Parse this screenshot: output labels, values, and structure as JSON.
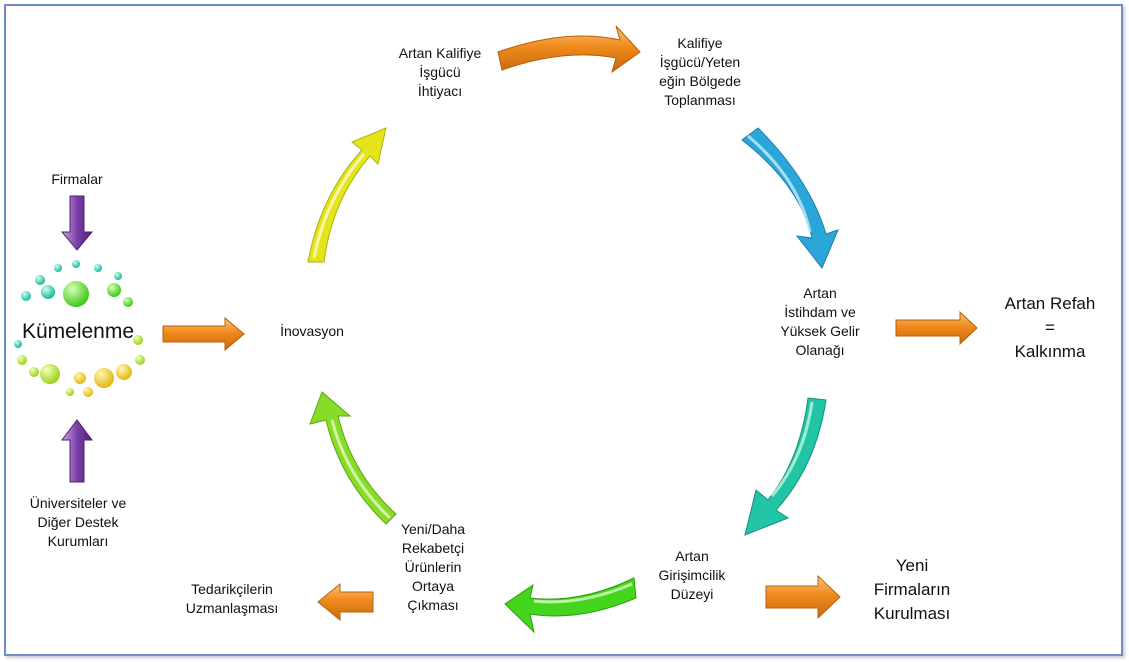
{
  "colors": {
    "frame": "#6f8fc4",
    "orange": "#f08a1c",
    "orange_light": "#fbc47b",
    "yellow": "#e4e41a",
    "yellow_light": "#f7f7a4",
    "blue": "#2aa7d8",
    "blue_light": "#9fdcf3",
    "teal": "#22c4a6",
    "teal_light": "#a6eedd",
    "green": "#44d61c",
    "green_light": "#b7f4a0",
    "lime": "#86dc26",
    "lime_light": "#d4f6a6",
    "purple": "#7a3fa8",
    "purple_light": "#c9a6e6"
  },
  "cycle": {
    "top_left": [
      "Artan Kalifiye",
      "İşgücü",
      "İhtiyacı"
    ],
    "top_right": [
      "Kalifiye",
      "İşgücü/Yeten",
      "eğin Bölgede",
      "Toplanması"
    ],
    "right": [
      "Artan",
      "İstihdam ve",
      "Yüksek Gelir",
      "Olanağı"
    ],
    "bottom_right": [
      "Artan",
      "Girişimcilik",
      "Düzeyi"
    ],
    "bottom_left": [
      "Yeni/Daha",
      "Rekabetçi",
      "Ürünlerin",
      "Ortaya",
      "Çıkması"
    ],
    "left": [
      "İnovasyon"
    ]
  },
  "outcomes": {
    "welfare": [
      "Artan Refah",
      "=",
      "Kalkınma"
    ],
    "new_firms": [
      "Yeni",
      "Firmaların",
      "Kurulması"
    ],
    "suppliers": [
      "Tedarikçilerin",
      "Uzmanlaşması"
    ]
  },
  "cluster": {
    "title": "Kümelenme",
    "top_input": "Firmalar",
    "bottom_input": [
      "Üniversiteler ve",
      "Diğer Destek",
      "Kurumları"
    ]
  }
}
